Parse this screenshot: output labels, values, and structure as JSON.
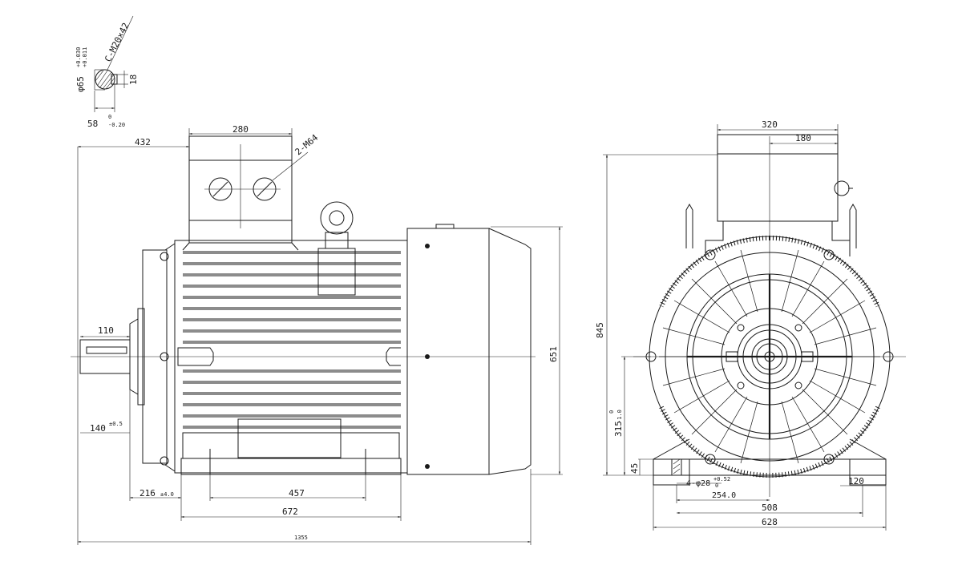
{
  "shaft_section": {
    "thread": "C-M20×42",
    "diameter": "φ65",
    "diameter_tol_upper": "+0.030",
    "diameter_tol_lower": "+0.011",
    "key_height": "18",
    "key_depth": "58",
    "key_depth_tol_upper": "0",
    "key_depth_tol_lower": "-0.20"
  },
  "side_view": {
    "dims": {
      "d432": "432",
      "d280": "280",
      "cable_gland": "2-M64",
      "d110": "110",
      "d140": "140",
      "d140_tol": "±0.5",
      "d216": "216",
      "d216_tol": "±4.0",
      "d457": "457",
      "d672": "672",
      "d1355": "1355",
      "d651": "651"
    }
  },
  "front_view": {
    "dims": {
      "d320": "320",
      "d180": "180",
      "d845": "845",
      "d315": "315",
      "d315_tol_upper": "0",
      "d315_tol_lower": "-1.0",
      "d45": "45",
      "holes": "4-φ28",
      "holes_tol_upper": "+0.52",
      "holes_tol_lower": "0",
      "d254": "254.0",
      "d508": "508",
      "d628": "628",
      "d120": "120"
    }
  }
}
